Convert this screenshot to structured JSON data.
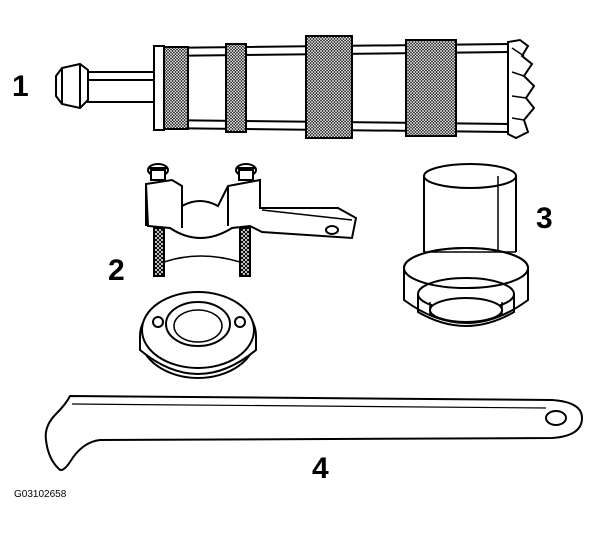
{
  "labels": {
    "tool1": "1",
    "tool2": "2",
    "tool3": "3",
    "tool4": "4"
  },
  "figure_code": "G03102658",
  "colors": {
    "ink": "#000000",
    "paper": "#ffffff"
  }
}
